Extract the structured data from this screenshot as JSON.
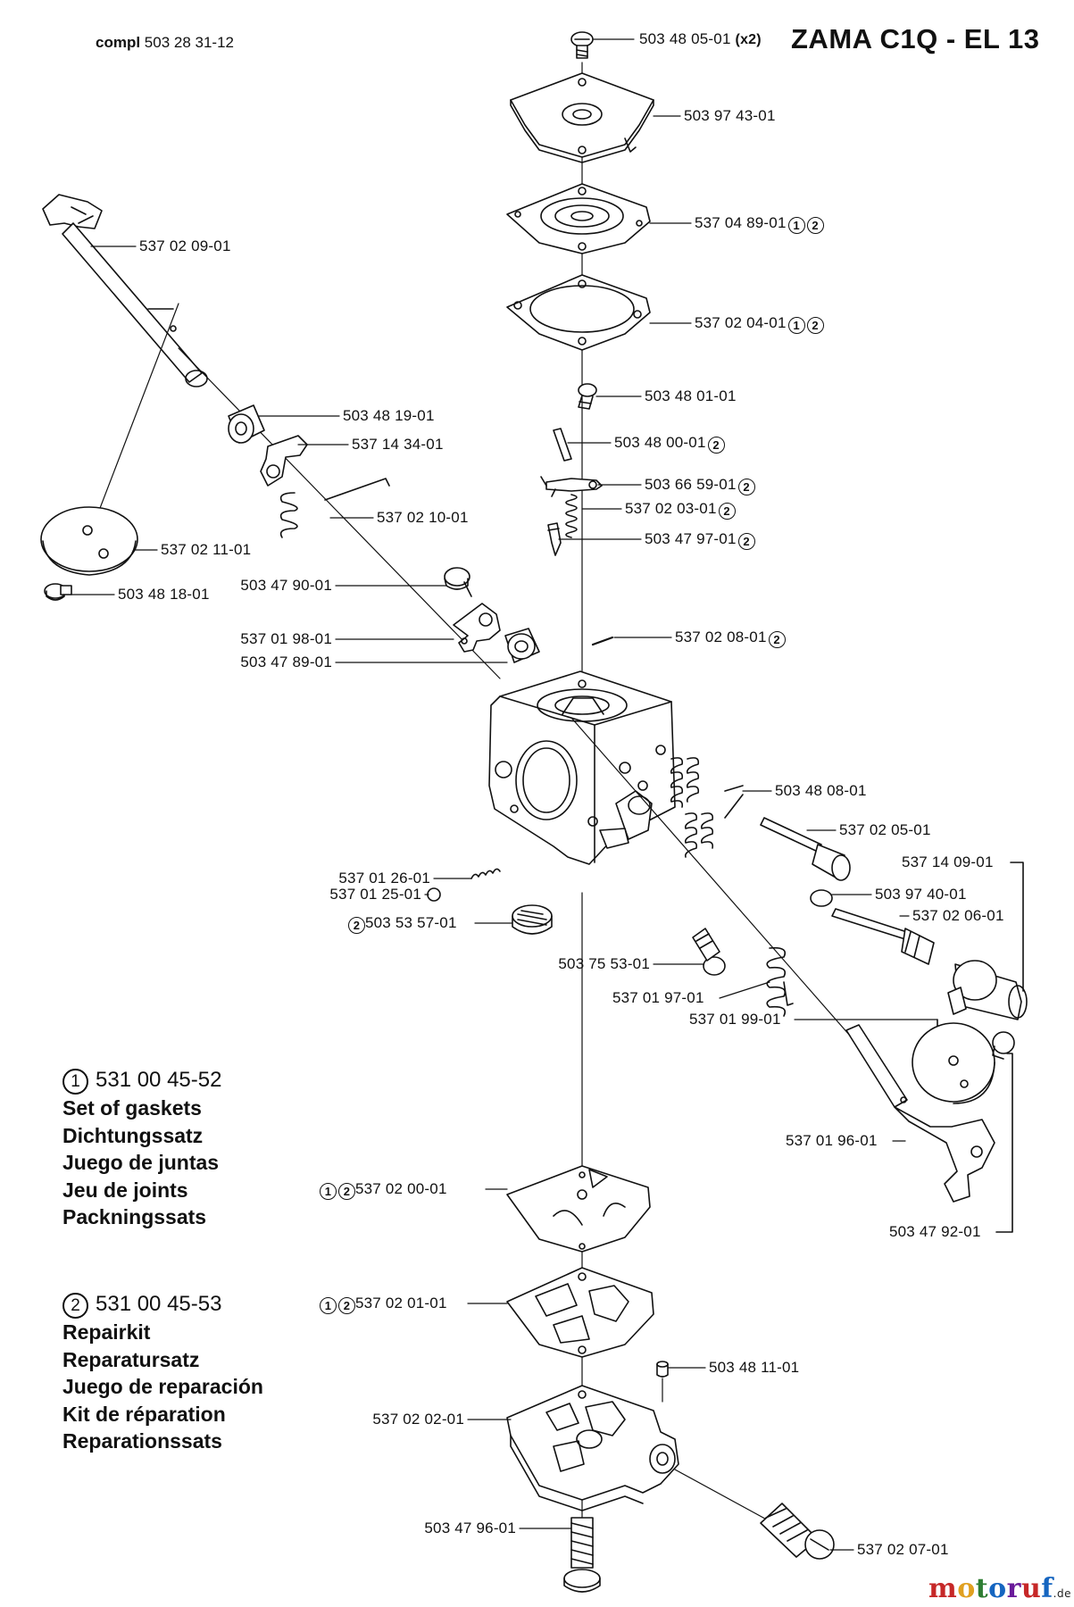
{
  "header": {
    "compl_prefix": "compl",
    "compl_number": "503 28 31-12",
    "title": "ZAMA C1Q - EL 13",
    "qty_suffix": "(x2)"
  },
  "parts": {
    "p01": "503 48 05-01",
    "p02": "503 97 43-01",
    "p03": "537 04 89-01",
    "p04": "537 02 04-01",
    "p05": "503 48 01-01",
    "p06": "503 48 00-01",
    "p07": "503 66 59-01",
    "p08": "537 02 03-01",
    "p09": "503 47 97-01",
    "p10": "537 02 08-01",
    "p11": "537 02 09-01",
    "p12": "503 48 19-01",
    "p13": "537 14 34-01",
    "p14": "537 02 10-01",
    "p15": "537 02 11-01",
    "p16": "503 48 18-01",
    "p17": "503 47 90-01",
    "p18": "537 01 98-01",
    "p19": "503 47 89-01",
    "p20": "503 48 08-01",
    "p21": "537 02 05-01",
    "p22": "537 14 09-01",
    "p23": "537 01 26-01",
    "p24": "537 01 25-01",
    "p25": "503 97 40-01",
    "p26": "503 53 57-01",
    "p27": "537 02 06-01",
    "p28": "503 75 53-01",
    "p29": "537 01 97-01",
    "p30": "537 01 99-01",
    "p31": "537 01 96-01",
    "p32": "537 02 00-01",
    "p33": "503 47 92-01",
    "p34": "537 02 01-01",
    "p35": "503 48 11-01",
    "p36": "537 02 02-01",
    "p37": "503 47 96-01",
    "p38": "537 02 07-01"
  },
  "kits": [
    {
      "marker": "1",
      "number": "531 00 45-52",
      "lines": [
        "Set of gaskets",
        "Dichtungssatz",
        "Juego de juntas",
        "Jeu de joints",
        "Packningssats"
      ]
    },
    {
      "marker": "2",
      "number": "531 00 45-53",
      "lines": [
        "Repairkit",
        "Reparatursatz",
        "Juego de reparación",
        "Kit de réparation",
        "Reparationssats"
      ]
    }
  ],
  "markers": {
    "one": "1",
    "two": "2"
  },
  "watermark": {
    "text": "motoruf",
    "tld": ".de"
  },
  "colors": {
    "ink": "#111111",
    "background": "#ffffff"
  }
}
